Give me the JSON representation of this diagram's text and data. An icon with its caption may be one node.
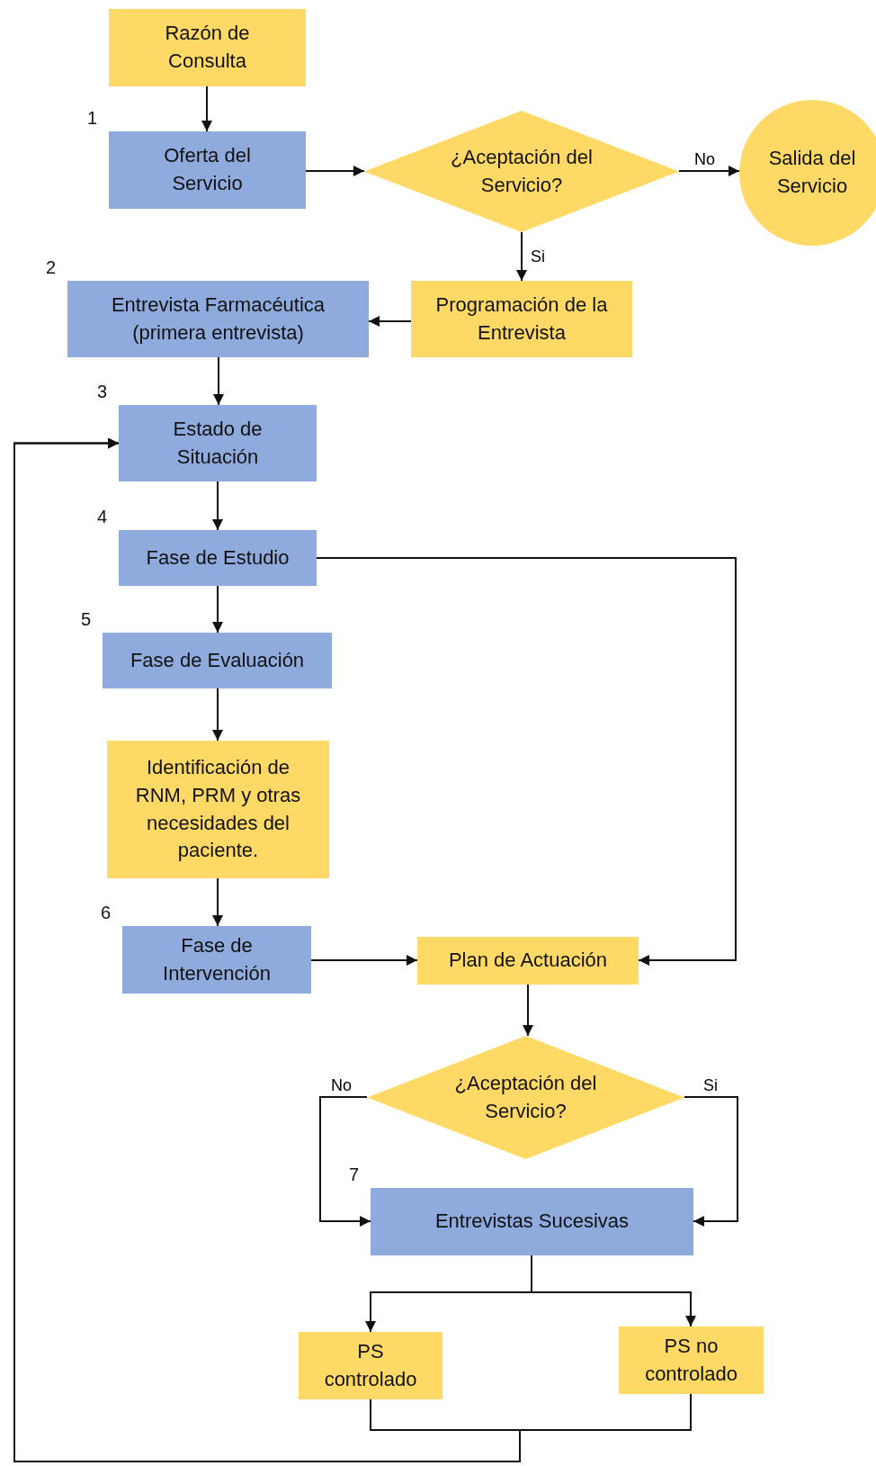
{
  "diagram": {
    "nodes": [
      {
        "text": [
          "Razón de Consulta"
        ]
      },
      {
        "text": [
          "Oferta del Servicio"
        ],
        "beside": [
          "1"
        ]
      },
      {
        "text": [
          "¿Aceptación del Servicio?"
        ]
      },
      {
        "text": [
          "Salida del Servicio"
        ]
      },
      {
        "text": [
          "Programación de la Entrevista"
        ]
      },
      {
        "text": [
          "Entrevista Farmacéutica (primera entrevista)"
        ],
        "beside": [
          "2"
        ]
      },
      {
        "text": [
          "Estado de Situación"
        ],
        "beside": [
          "3"
        ]
      },
      {
        "text": [
          "Fase de Estudio"
        ],
        "beside": [
          "4"
        ]
      },
      {
        "text": [
          "Fase de Evaluación"
        ],
        "beside": [
          "5"
        ]
      },
      {
        "text": [
          "Identificación de RNM, PRM y otras necesidades del paciente."
        ]
      },
      {
        "text": [
          "Fase de Intervención"
        ],
        "beside": [
          "6"
        ]
      },
      {
        "text": [
          "Plan de Actuación"
        ]
      },
      {
        "text": [
          "¿Aceptación del Servicio?"
        ]
      },
      {
        "text": [
          "Entrevistas Sucesivas"
        ],
        "beside": [
          "7"
        ]
      },
      {
        "text": [
          "PS controlado"
        ]
      },
      {
        "text": [
          "PS no controlado"
        ]
      }
    ],
    "edges": [
      {
        "from": 0,
        "to": 1,
        "arrow": "to"
      },
      {
        "from": 1,
        "to": 2,
        "arrow": "to"
      },
      {
        "from": 2,
        "to": 3,
        "arrow": "to",
        "label": "No"
      },
      {
        "from": 2,
        "to": 4,
        "arrow": "to",
        "label": "Si"
      },
      {
        "from": 4,
        "to": 5,
        "arrow": "to"
      },
      {
        "from": 5,
        "to": 6,
        "arrow": "to"
      },
      {
        "from": 6,
        "to": 7,
        "arrow": "to"
      },
      {
        "from": 7,
        "to": 8,
        "arrow": "to"
      },
      {
        "from": 8,
        "to": 9,
        "arrow": "to"
      },
      {
        "from": 9,
        "to": 10,
        "arrow": "to"
      },
      {
        "from": 10,
        "to": 11,
        "arrow": "to"
      },
      {
        "from": 7,
        "to": 11,
        "arrow": "to"
      },
      {
        "from": 11,
        "to": 12,
        "arrow": "to"
      },
      {
        "from": 12,
        "to": 13,
        "arrow": "to",
        "label": "No"
      },
      {
        "from": 12,
        "to": 13,
        "arrow": "to",
        "label": "Si"
      },
      {
        "from": 13,
        "to": 14,
        "arrow": "to"
      },
      {
        "from": 13,
        "to": 15,
        "arrow": "to"
      },
      {
        "from": 14,
        "to": 6,
        "arrow": "to"
      },
      {
        "from": 15,
        "to": 6,
        "arrow": "to"
      }
    ]
  }
}
